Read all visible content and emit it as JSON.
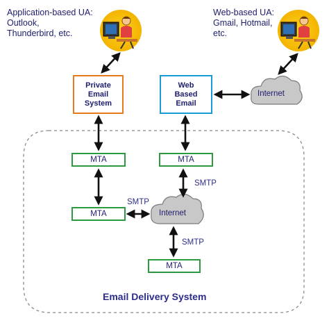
{
  "labels": {
    "app_ua": [
      "Application-based UA:",
      "Outlook,",
      "Thunderbird, etc."
    ],
    "web_ua": [
      "Web-based UA:",
      "Gmail, Hotmail,",
      "etc."
    ],
    "private_email": [
      "Private",
      "Email",
      "System"
    ],
    "web_email": [
      "Web",
      "Based",
      "Email"
    ],
    "mta": "MTA",
    "smtp": "SMTP",
    "internet": "Internet",
    "footer": "Email Delivery System"
  },
  "colors": {
    "private_box": "#e57b19",
    "web_box": "#1a9ad6",
    "mta_box": "#2e9a3f",
    "cloud": "#c8c8c8",
    "arrow": "#111111",
    "text": "#1d1d6e"
  },
  "icons": [
    "user-at-computer-icon",
    "cloud-icon",
    "double-arrow-icon"
  ]
}
